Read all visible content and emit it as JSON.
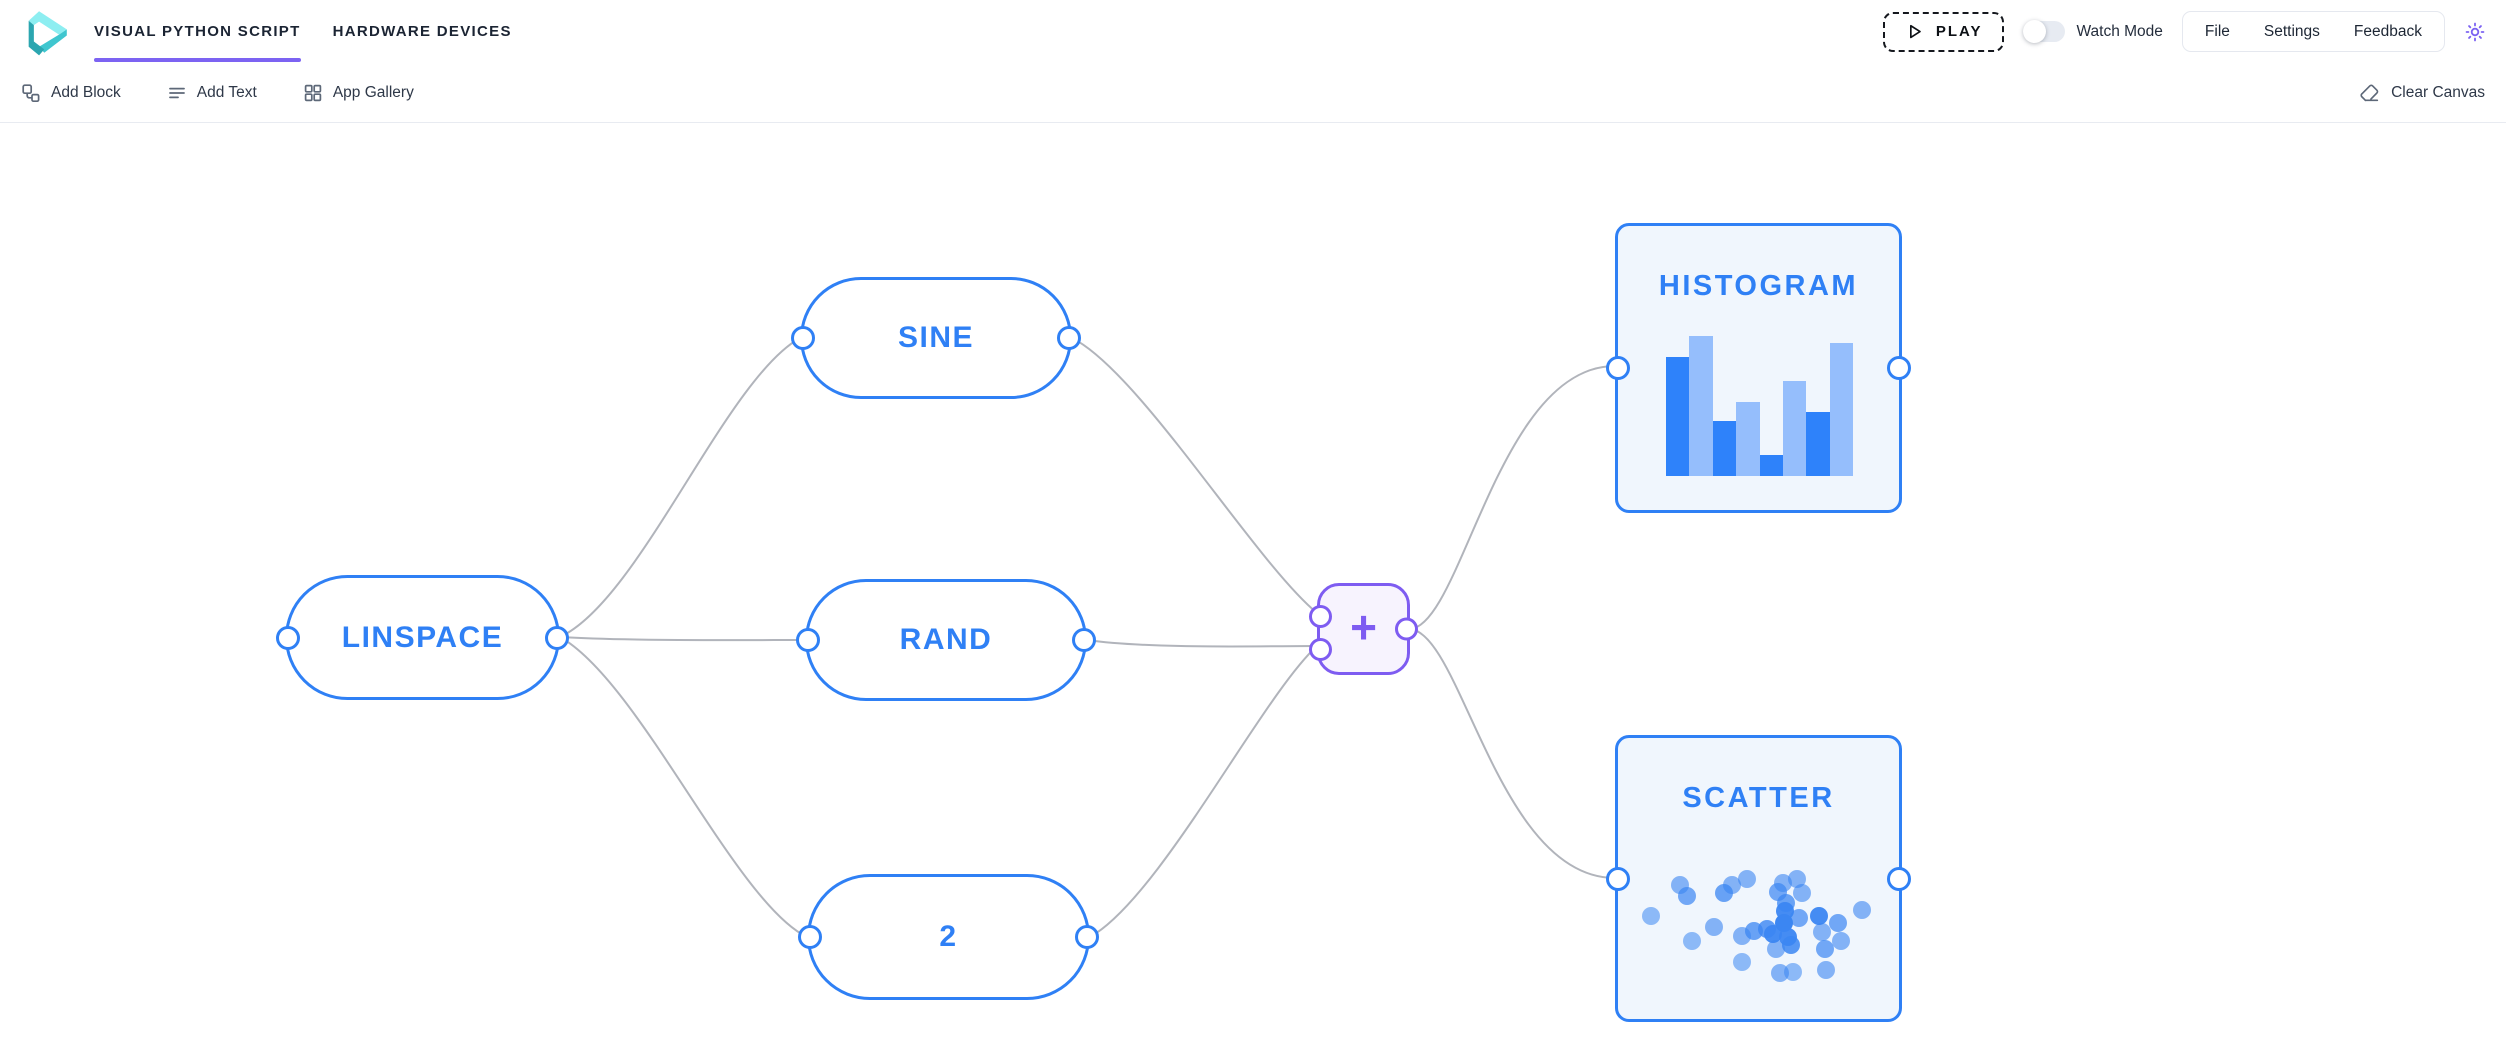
{
  "header": {
    "tabs": [
      {
        "label": "VISUAL PYTHON SCRIPT",
        "active": true
      },
      {
        "label": "HARDWARE DEVICES",
        "active": false
      }
    ],
    "play_button_label": "PLAY",
    "watch_mode_label": "Watch Mode",
    "watch_mode_enabled": false,
    "menu": [
      "File",
      "Settings",
      "Feedback"
    ]
  },
  "toolbar": {
    "add_block_label": "Add Block",
    "add_text_label": "Add Text",
    "app_gallery_label": "App Gallery",
    "clear_canvas_label": "Clear Canvas"
  },
  "canvas": {
    "nodes": [
      {
        "id": "linspace",
        "label": "LINSPACE"
      },
      {
        "id": "sine",
        "label": "SINE"
      },
      {
        "id": "rand",
        "label": "RAND"
      },
      {
        "id": "two",
        "label": "2"
      },
      {
        "id": "add",
        "label": "+"
      },
      {
        "id": "histogram",
        "label": "HISTOGRAM"
      },
      {
        "id": "scatter",
        "label": "SCATTER"
      }
    ],
    "edges": [
      {
        "from": "linspace",
        "to": "sine"
      },
      {
        "from": "linspace",
        "to": "rand"
      },
      {
        "from": "linspace",
        "to": "two"
      },
      {
        "from": "sine",
        "to": "add"
      },
      {
        "from": "rand",
        "to": "add"
      },
      {
        "from": "two",
        "to": "add"
      },
      {
        "from": "add",
        "to": "histogram"
      },
      {
        "from": "add",
        "to": "scatter"
      }
    ]
  },
  "colors": {
    "accent_blue": "#2f80f5",
    "accent_purple": "#7e5cf1",
    "tab_underline": "#7c63f2",
    "edge_gray": "#b1b4bb",
    "plot_node_fill": "#f0f6fd",
    "add_node_fill": "#f7f3fe",
    "bar_dark": "#2e82fa",
    "bar_light": "#95befc",
    "scatter_dot": "#3b86f2"
  },
  "chart_data": [
    {
      "type": "bar",
      "title": "HISTOGRAM",
      "values": [
        85,
        100,
        39,
        53,
        15,
        68,
        46,
        95
      ],
      "ymax": 100,
      "bar_colors": [
        "#2e82fa",
        "#95befc"
      ],
      "axes": "none",
      "legend": "none"
    },
    {
      "type": "scatter",
      "title": "SCATTER",
      "dot_color": "#3b86f2",
      "axes": "none",
      "legend": "none",
      "points": [
        {
          "x": 11.6,
          "y": 63.4,
          "o": 0.55
        },
        {
          "x": 22.1,
          "y": 52.3,
          "o": 0.6
        },
        {
          "x": 24.4,
          "y": 56.4,
          "o": 0.7
        },
        {
          "x": 26.2,
          "y": 72.1,
          "o": 0.55
        },
        {
          "x": 34.3,
          "y": 67.4,
          "o": 0.6
        },
        {
          "x": 37.8,
          "y": 55.2,
          "o": 0.75
        },
        {
          "x": 40.7,
          "y": 52.3,
          "o": 0.6
        },
        {
          "x": 45.9,
          "y": 50.3,
          "o": 0.6
        },
        {
          "x": 44.2,
          "y": 70.3,
          "o": 0.6
        },
        {
          "x": 48.3,
          "y": 68.6,
          "o": 0.75
        },
        {
          "x": 44.2,
          "y": 79.7,
          "o": 0.55
        },
        {
          "x": 52.9,
          "y": 67.8,
          "o": 0.8
        },
        {
          "x": 55.2,
          "y": 69.8,
          "o": 0.95
        },
        {
          "x": 56.4,
          "y": 75.2,
          "o": 0.6
        },
        {
          "x": 57.0,
          "y": 54.7,
          "o": 0.7
        },
        {
          "x": 58.7,
          "y": 51.7,
          "o": 0.6
        },
        {
          "x": 59.9,
          "y": 58.7,
          "o": 0.75
        },
        {
          "x": 59.3,
          "y": 61.6,
          "o": 0.95
        },
        {
          "x": 59.0,
          "y": 65.9,
          "o": 1.0
        },
        {
          "x": 60.5,
          "y": 70.9,
          "o": 0.95
        },
        {
          "x": 61.6,
          "y": 73.8,
          "o": 0.85
        },
        {
          "x": 62.2,
          "y": 83.1,
          "o": 0.55
        },
        {
          "x": 57.6,
          "y": 83.7,
          "o": 0.6
        },
        {
          "x": 63.6,
          "y": 50.3,
          "o": 0.6
        },
        {
          "x": 65.5,
          "y": 55.2,
          "o": 0.6
        },
        {
          "x": 64.3,
          "y": 64.0,
          "o": 0.7
        },
        {
          "x": 71.5,
          "y": 63.4,
          "o": 0.95
        },
        {
          "x": 72.7,
          "y": 69.2,
          "o": 0.6
        },
        {
          "x": 73.5,
          "y": 75.0,
          "o": 0.7
        },
        {
          "x": 74.1,
          "y": 82.6,
          "o": 0.6
        },
        {
          "x": 78.3,
          "y": 65.9,
          "o": 0.7
        },
        {
          "x": 79.3,
          "y": 72.1,
          "o": 0.6
        },
        {
          "x": 86.9,
          "y": 61.3,
          "o": 0.6
        }
      ]
    }
  ]
}
